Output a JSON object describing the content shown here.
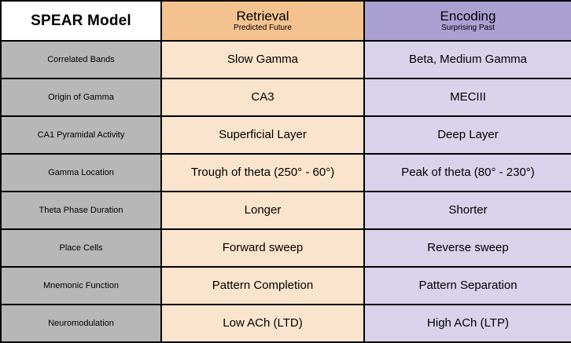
{
  "table": {
    "title": "SPEAR Model",
    "columns": [
      {
        "key": "label",
        "header_main": "SPEAR Model",
        "header_sub": ""
      },
      {
        "key": "retrieval",
        "header_main": "Retrieval",
        "header_sub": "Predicted Future",
        "header_color": "#f4c28e",
        "cell_color": "#fbe4cd"
      },
      {
        "key": "encoding",
        "header_main": "Encoding",
        "header_sub": "Surprising Past",
        "header_color": "#aba0d2",
        "cell_color": "#d9d2ea"
      }
    ],
    "label_column_color": "#b7b7b7",
    "rows": [
      {
        "label": "Correlated Bands",
        "retrieval": "Slow Gamma",
        "encoding": "Beta, Medium Gamma"
      },
      {
        "label": "Origin of Gamma",
        "retrieval": "CA3",
        "encoding": "MECIII"
      },
      {
        "label": "CA1 Pyramidal Activity",
        "retrieval": "Superficial Layer",
        "encoding": "Deep Layer"
      },
      {
        "label": "Gamma Location",
        "retrieval": "Trough of theta (250° - 60°)",
        "encoding": "Peak of theta (80° - 230°)"
      },
      {
        "label": "Theta Phase Duration",
        "retrieval": "Longer",
        "encoding": "Shorter"
      },
      {
        "label": "Place Cells",
        "retrieval": "Forward sweep",
        "encoding": "Reverse sweep"
      },
      {
        "label": "Mnemonic Function",
        "retrieval": "Pattern Completion",
        "encoding": "Pattern Separation"
      },
      {
        "label": "Neuromodulation",
        "retrieval": "Low ACh (LTD)",
        "encoding": "High ACh (LTP)"
      }
    ]
  }
}
